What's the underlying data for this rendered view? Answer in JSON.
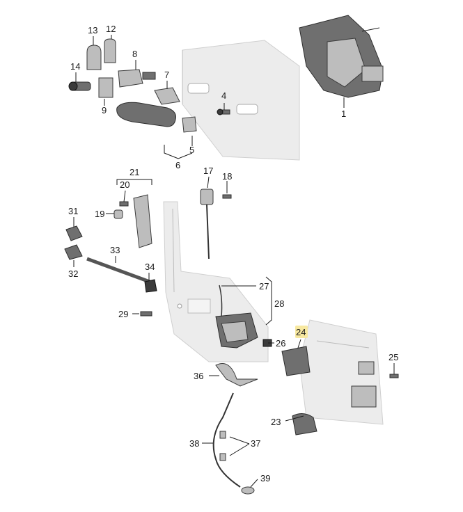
{
  "callouts": {
    "c1": "1",
    "c4": "4",
    "c5": "5",
    "c6": "6",
    "c7": "7",
    "c8": "8",
    "c9": "9",
    "c12": "12",
    "c13": "13",
    "c14": "14",
    "c17": "17",
    "c18": "18",
    "c19": "19",
    "c20": "20",
    "c21": "21",
    "c23": "23",
    "c24": "24",
    "c25": "25",
    "c26": "26",
    "c27": "27",
    "c28": "28",
    "c29": "29",
    "c31": "31",
    "c32": "32",
    "c33": "33",
    "c34": "34",
    "c36": "36",
    "c37": "37",
    "c38": "38",
    "c39": "39"
  },
  "highlight_color": "#f7e8a0",
  "highlighted_callout": "24"
}
